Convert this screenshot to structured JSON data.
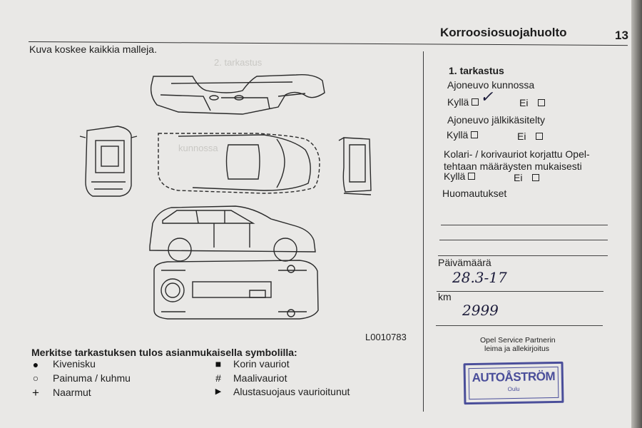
{
  "header": {
    "title": "Korroosiosuojahuolto",
    "page_number": "13"
  },
  "intro": "Kuva koskee kaikkia malleja.",
  "figure_code": "L0010783",
  "check": {
    "heading": "1. tarkastus",
    "q1": "Ajoneuvo kunnossa",
    "q2": "Ajoneuvo jälkikäsitelty",
    "q3_line1": "Kolari- / korivauriot korjattu Opel-",
    "q3_line2": "tehtaan määräysten mukaisesti",
    "yes": "Kyllä",
    "no": "Ei",
    "remarks": "Huomautukset",
    "date_label": "Päivämäärä",
    "date_value": "28.3-17",
    "km_label": "km",
    "km_value": "2999",
    "partner_line1": "Opel Service Partnerin",
    "partner_line2": "leima ja allekirjoitus"
  },
  "stamp": {
    "name": "AUTOÅSTRÖM",
    "city": "Oulu"
  },
  "legend": {
    "title": "Merkitse tarkastuksen tulos asianmukaisella symbolilla:",
    "items": [
      {
        "symbol": "●",
        "label": "Kivenisku"
      },
      {
        "symbol": "○",
        "label": "Painuma / kuhmu"
      },
      {
        "symbol": "+",
        "label": "Naarmut"
      },
      {
        "symbol": "■",
        "label": "Korin vauriot"
      },
      {
        "symbol": "#",
        "label": "Maalivauriot"
      },
      {
        "symbol": "▶",
        "label": "Alustasuojaus vaurioitunut"
      }
    ]
  }
}
